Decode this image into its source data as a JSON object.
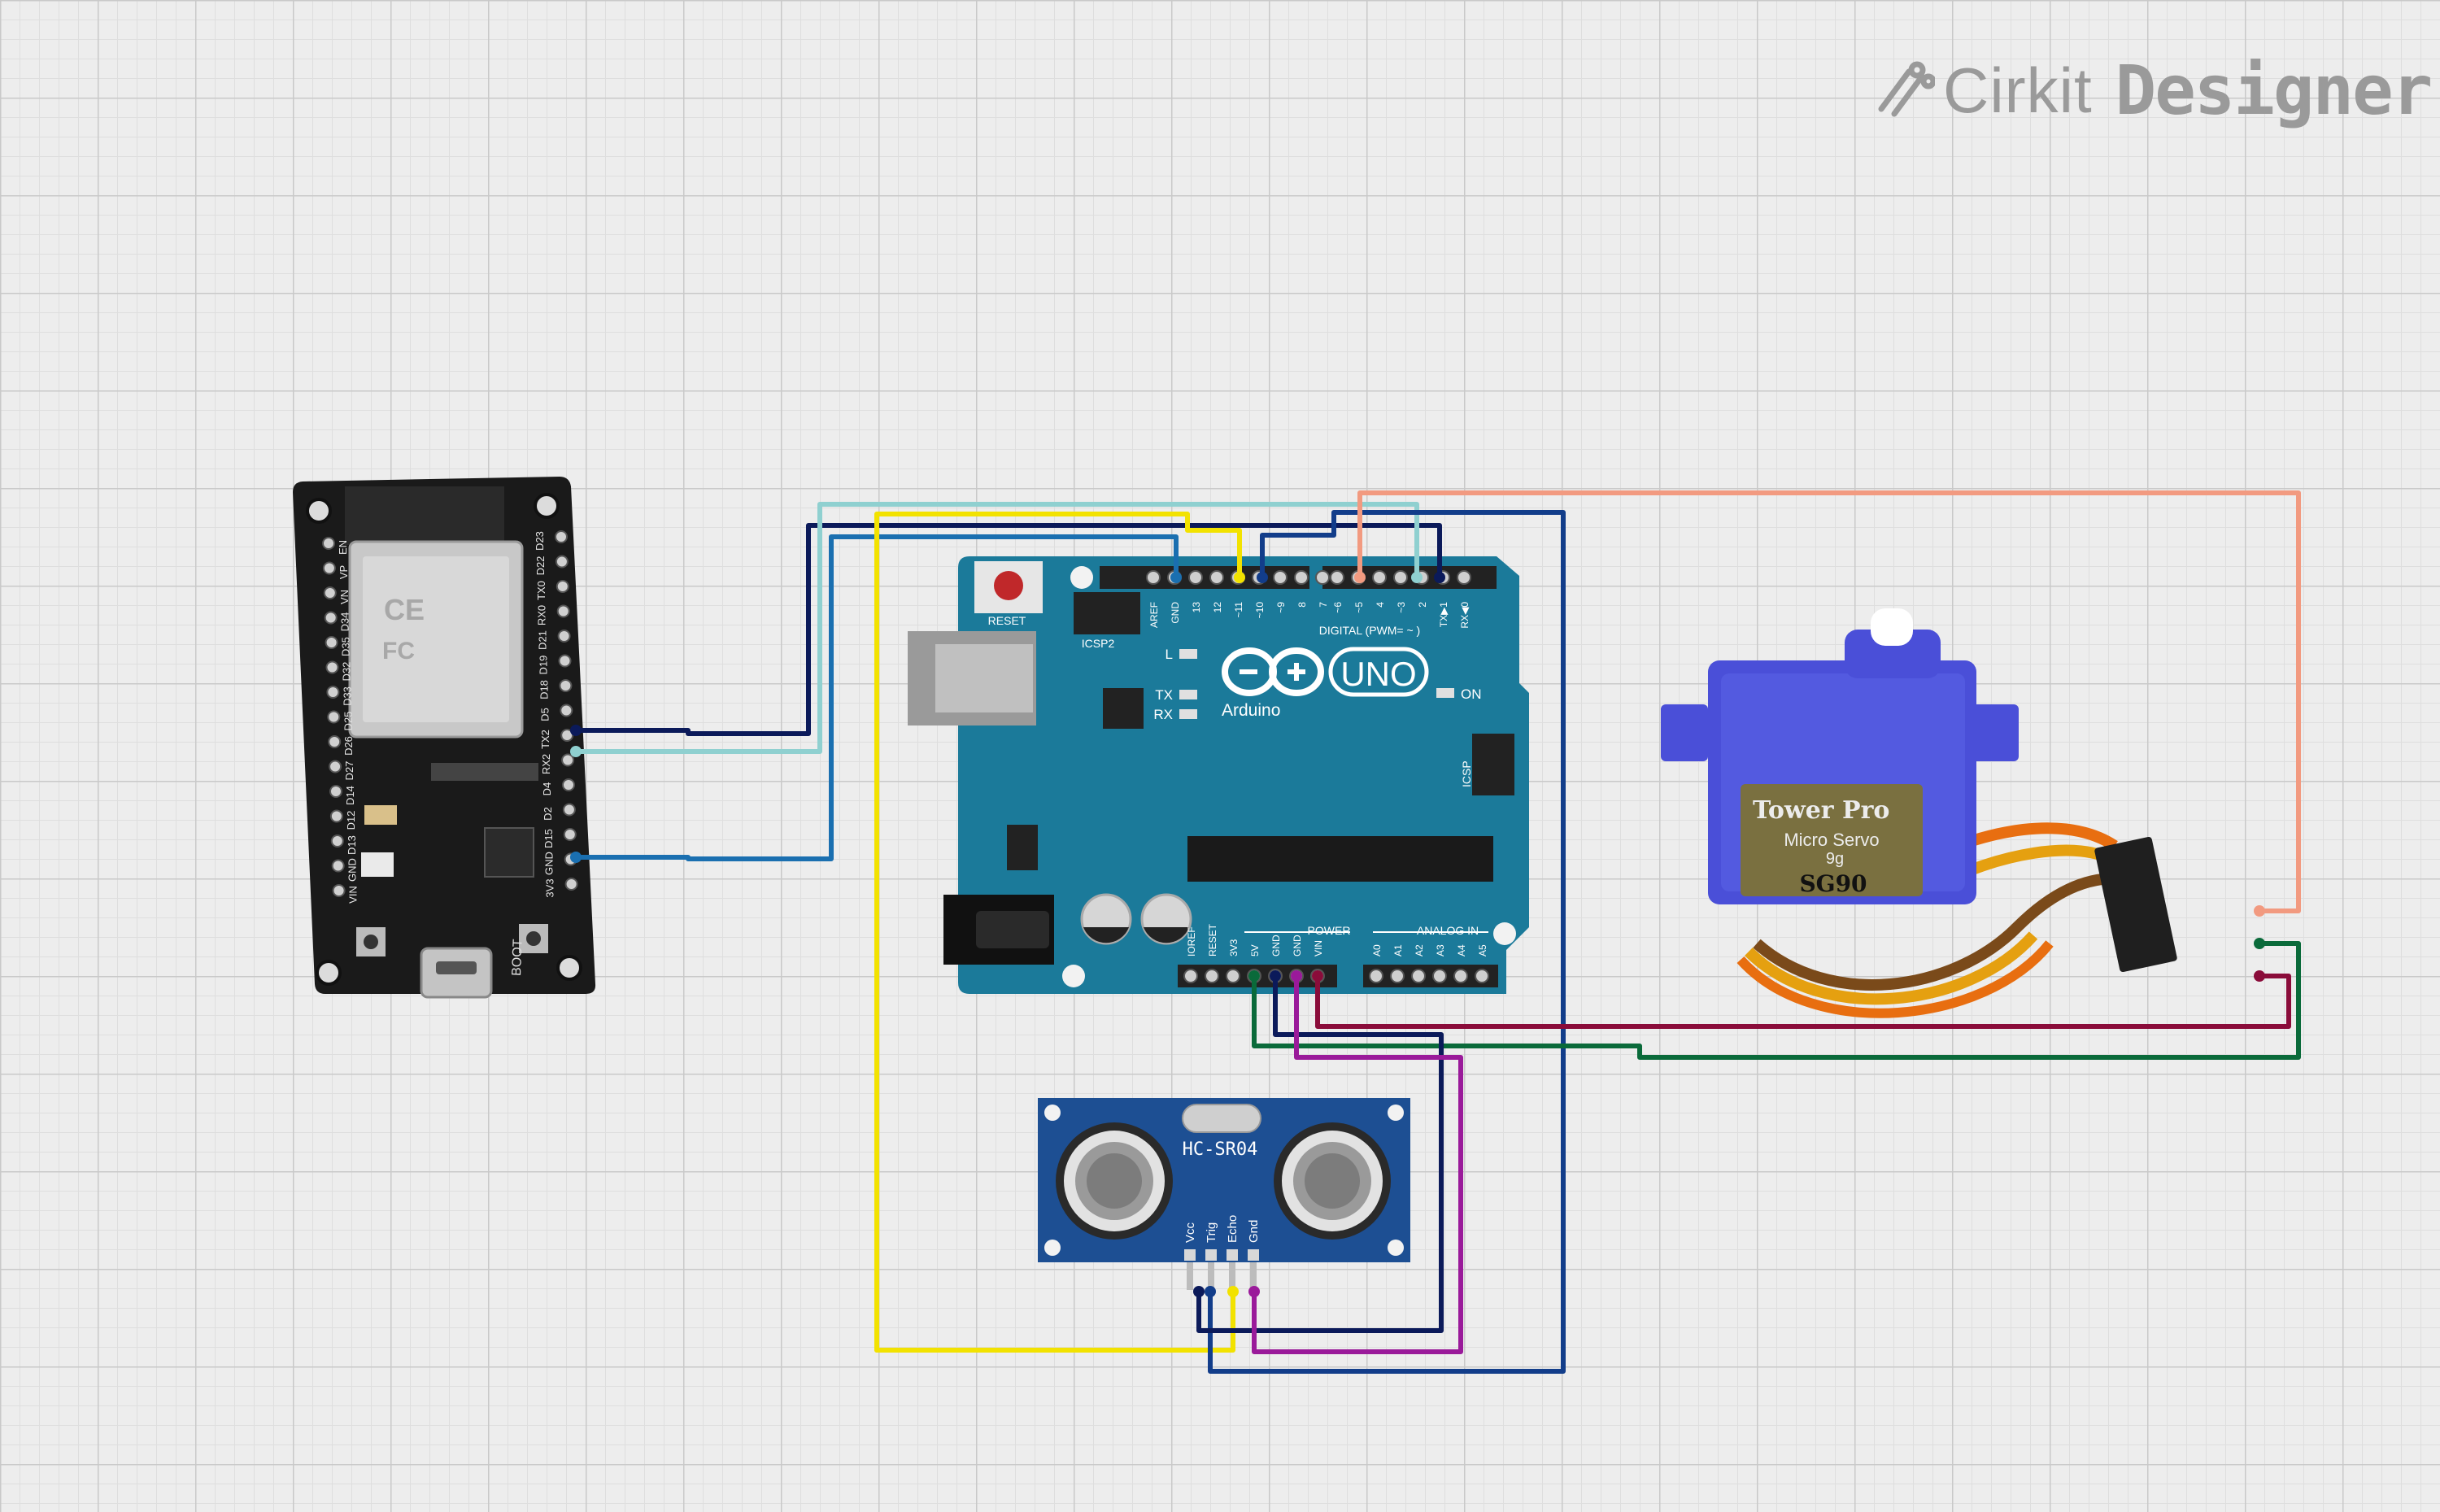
{
  "brand": {
    "prefix": "Cirkit",
    "suffix": "Designer"
  },
  "esp32": {
    "pins_left": [
      "EN",
      "VP",
      "VN",
      "D34",
      "D35",
      "D32",
      "D33",
      "D25",
      "D26",
      "D27",
      "D14",
      "D12",
      "D13",
      "GND",
      "VIN"
    ],
    "pins_right": [
      "D23",
      "D22",
      "TX0",
      "RX0",
      "D21",
      "D19",
      "D18",
      "D5",
      "TX2",
      "RX2",
      "D4",
      "D2",
      "D15",
      "GND",
      "3V3"
    ],
    "button_label": "BOOT"
  },
  "arduino": {
    "brand": "Arduino",
    "model": "UNO",
    "reset_label": "RESET",
    "icsp2_label": "ICSP2",
    "icsp_label": "ICSP",
    "led_labels": {
      "l": "L",
      "tx": "TX",
      "rx": "RX",
      "on": "ON"
    },
    "digital_label": "DIGITAL (PWM= ~ )",
    "power_label": "POWER",
    "analog_label": "ANALOG IN",
    "top_pins": [
      "AREF",
      "GND",
      "13",
      "12",
      "~11",
      "~10",
      "~9",
      "8",
      "7",
      "~6",
      "~5",
      "4",
      "~3",
      "2",
      "TX▶1",
      "RX◀0"
    ],
    "power_pins": [
      "IOREF",
      "RESET",
      "3V3",
      "5V",
      "GND",
      "GND",
      "VIN"
    ],
    "analog_pins": [
      "A0",
      "A1",
      "A2",
      "A3",
      "A4",
      "A5"
    ]
  },
  "sensor": {
    "model": "HC-SR04",
    "pins": [
      "Vcc",
      "Trig",
      "Echo",
      "Gnd"
    ]
  },
  "servo": {
    "brand": "Tower Pro",
    "line1": "Micro Servo",
    "line2": "9g",
    "model": "SG90"
  },
  "colors": {
    "board_blue": "#1b7a9a",
    "esp_board": "#1a1a1a",
    "wire_navy": "#0b1a5a",
    "wire_lightblue": "#8fd0d0",
    "wire_blue": "#1a6fb0",
    "wire_yellow": "#f2e200",
    "wire_darkblue": "#123d8a",
    "wire_salmon": "#f29a80",
    "wire_green": "#0a6a3a",
    "wire_maroon": "#8a0c3a",
    "wire_purple": "#9a1a9a"
  }
}
